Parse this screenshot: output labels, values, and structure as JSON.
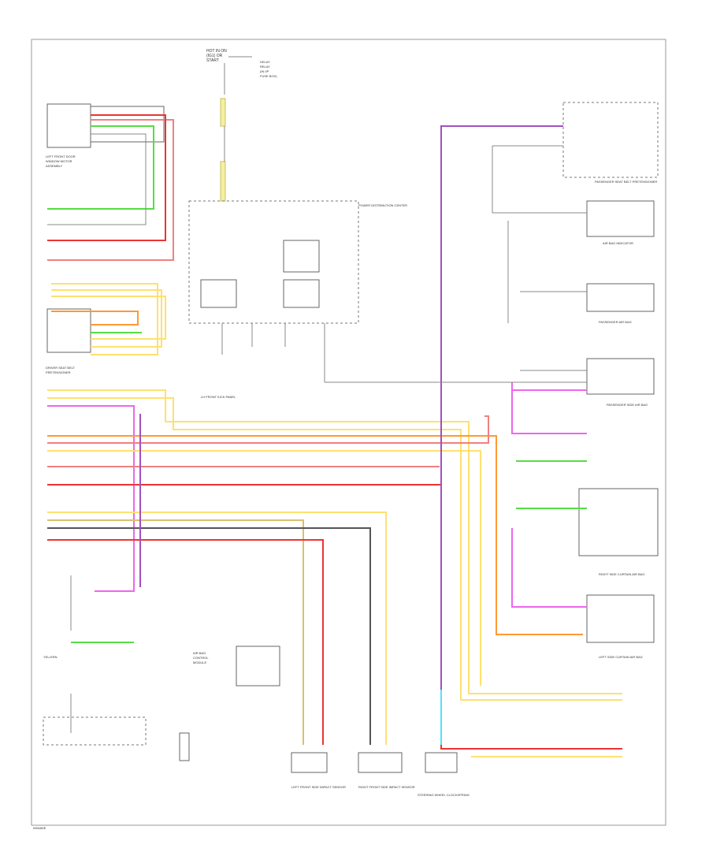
{
  "diagram": {
    "footer_code": "W0A8DE",
    "top_component": [
      "HOT IN ON",
      "(IG1) OR",
      "START"
    ],
    "top_right_note": [
      "DELAY",
      "RELAY",
      "(IN I/P",
      "FUSE BOX)"
    ],
    "pb_center": "POWER DISTRIBUTION CENTER",
    "ground_label": "LH FRONT KICK PANEL",
    "left_components": [
      "LEFT FRONT DOOR",
      "WINDOW MOTOR",
      "ASSEMBLY",
      "DRIVER SEAT BELT",
      "PRETENSIONER"
    ],
    "center_module": [
      "AIR BAG",
      "CONTROL",
      "MODULE"
    ],
    "bottom_labels": [
      "LEFT FRONT SIDE IMPACT SENSOR",
      "RIGHT FRONT SIDE IMPACT SENSOR",
      "STEERING WHEEL CLOCKSPRING"
    ],
    "right_components": [
      "PASSENGER SEAT BELT PRETENSIONER",
      "AIR BAG INDICATOR",
      "PASSENGER AIR BAG",
      "PASSENGER SIDE AIR BAG",
      "RIGHT SIDE CURTAIN AIR BAG",
      "LEFT SIDE CURTAIN AIR BAG"
    ],
    "wire_colors": [
      "PNK/BLU",
      "YEL/GRN",
      "RED",
      "GRN",
      "WHT",
      "ORN",
      "YEL/BLK",
      "BLK/RED",
      "GRY",
      "LT BLU"
    ]
  },
  "colors": {
    "pink": "#f08080",
    "red": "#ee3333",
    "green": "#55dd44",
    "yellow": "#ffe070",
    "orange": "#ff9933",
    "purple": "#a050c0",
    "magenta": "#ee66ee",
    "tan": "#d9c070",
    "cyan": "#55e0ff",
    "black": "#555555"
  }
}
